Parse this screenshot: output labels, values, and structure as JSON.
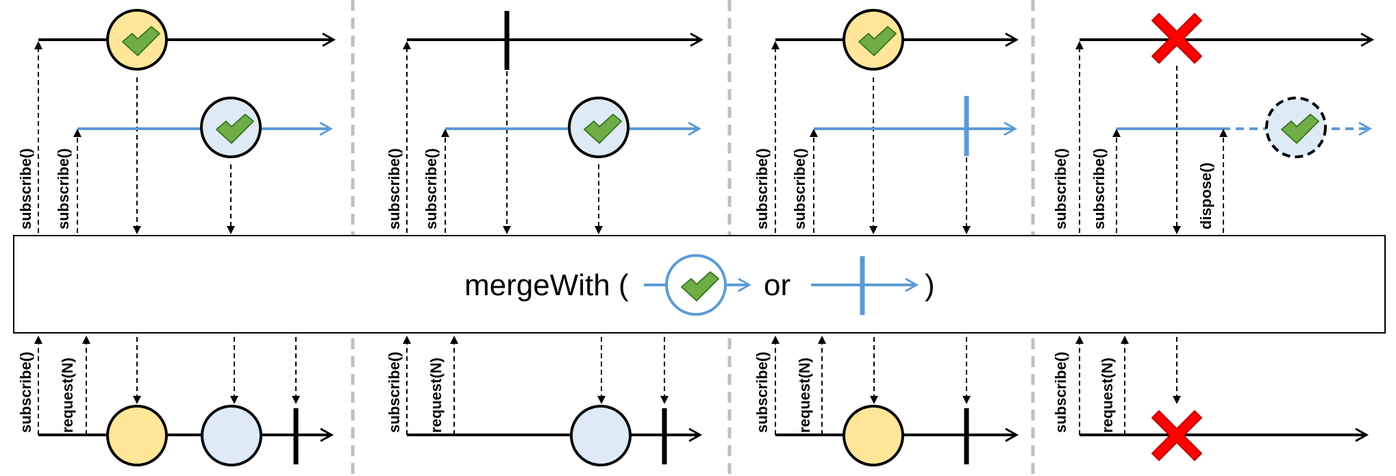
{
  "operator": {
    "name": "mergeWith (",
    "or": "or",
    "close": ")"
  },
  "labels": {
    "subscribe": "subscribe()",
    "request": "request(N)",
    "dispose": "dispose()"
  },
  "colors": {
    "yellow_fill": "#FFE699",
    "blue_fill": "#DEEBF7",
    "blue_line": "#5B9BD5",
    "check_green": "#70AD47",
    "error_red": "#FF0000",
    "separator_gray": "#BFBFBF"
  },
  "panels": [
    {
      "id": "both-emit-then-complete",
      "source1": "item",
      "source2": "item",
      "output": [
        "item-yellow",
        "item-blue",
        "complete"
      ]
    },
    {
      "id": "source1-empty-complete",
      "source1": "complete",
      "source2": "item",
      "output": [
        "item-blue",
        "complete"
      ]
    },
    {
      "id": "source2-empty-complete",
      "source1": "item",
      "source2": "complete",
      "output": [
        "item-yellow",
        "complete"
      ]
    },
    {
      "id": "source1-error",
      "source1": "error",
      "source2": "item-disposed",
      "output": [
        "error"
      ]
    }
  ]
}
